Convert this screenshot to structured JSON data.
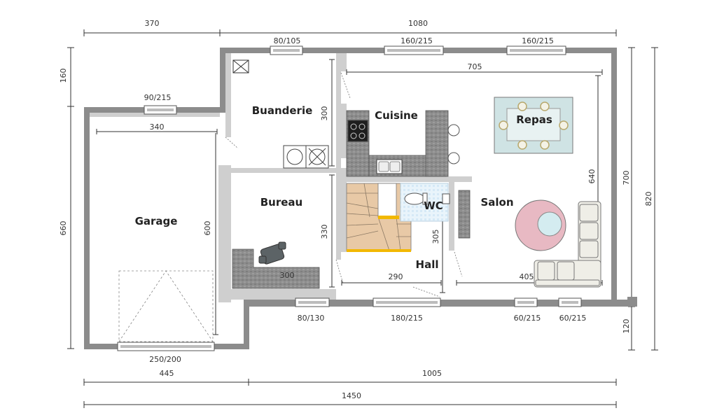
{
  "rooms": {
    "garage": "Garage",
    "buanderie": "Buanderie",
    "cuisine": "Cuisine",
    "repas": "Repas",
    "bureau": "Bureau",
    "wc": "WC",
    "salon": "Salon",
    "hall": "Hall"
  },
  "dims": {
    "top_left": "370",
    "top_right": "1080",
    "win_top_1": "80/105",
    "win_top_2": "160/215",
    "win_top_3": "160/215",
    "inner_705": "705",
    "win_garage": "90/215",
    "garage_width": "340",
    "buanderie_height": "300",
    "left_160": "160",
    "garage_height": "600",
    "left_660": "660",
    "bureau_height": "330",
    "wc_height": "305",
    "desk_300": "300",
    "hall_290": "290",
    "salon_405": "405",
    "salon_640": "640",
    "right_700": "700",
    "right_820": "820",
    "right_120": "120",
    "win_bottom_1": "80/130",
    "win_bottom_2": "180/215",
    "win_bottom_3": "60/215",
    "win_bottom_4": "60/215",
    "garage_door": "250/200",
    "bottom_445": "445",
    "bottom_1005": "1005",
    "bottom_1450": "1450"
  },
  "colors": {
    "wall_outer": "#8c8c8c",
    "wall_inner": "#cfcfcf",
    "stair_wood": "#e8c9a6",
    "stair_edge": "#f2b800",
    "counter": "#8a8a8a",
    "dining_table": "#cfe3e4",
    "rug": "#e8b9c3",
    "sofa": "#efeee7",
    "wc_tile": "#dceef8"
  }
}
